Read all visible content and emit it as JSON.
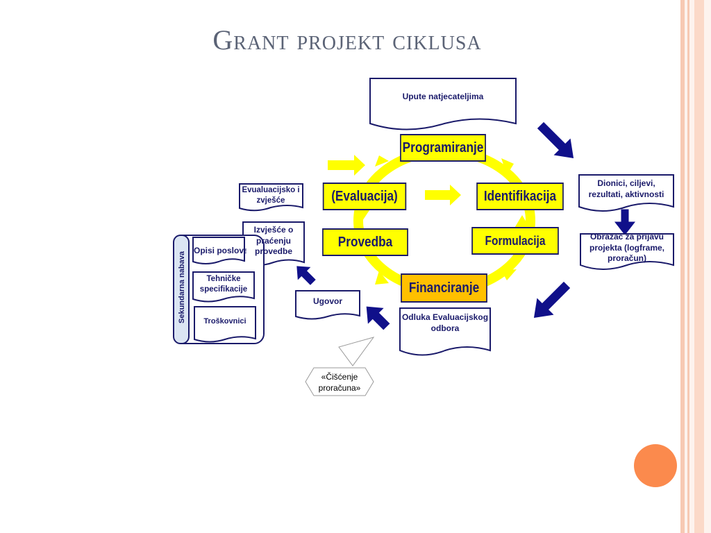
{
  "slide": {
    "title": "Grant projekt ciklusa"
  },
  "phases": {
    "programiranje": "Programiranje",
    "evaluacija": "(Evaluacija)",
    "identifikacija": "Identifikacija",
    "provedba": "Provedba",
    "formulacija": "Formulacija",
    "financiranje": "Financiranje"
  },
  "documents": {
    "upute": "Upute natjecateljima",
    "dionici": "Dionici, ciljevi, rezultati, aktivnosti",
    "obrazac": "Obrazac za prijavu projekta (logframe, proračun)",
    "odluka": "Odluka Evaluacijskog odbora",
    "ugovor": "Ugovor",
    "izvjesce_evaluacija": "Evualuacijsko izvješće",
    "izvjesce_pracenje": "Izvješće o praćenju provedbe",
    "opisi_poslova": "Opisi poslova",
    "tehnicke": "Tehničke specifikacije",
    "troskovnici": "Troškovnici",
    "sekundarna": "Sekundarna nabava",
    "ciscenje": "«Čišćenje proračuna»"
  },
  "colors": {
    "phase_fill": "#ffff00",
    "financiranje_fill": "#ffc000",
    "navy": "#1a1a6a",
    "arrow_blue": "#10108a",
    "accent_orange": "#fb8a4d"
  }
}
